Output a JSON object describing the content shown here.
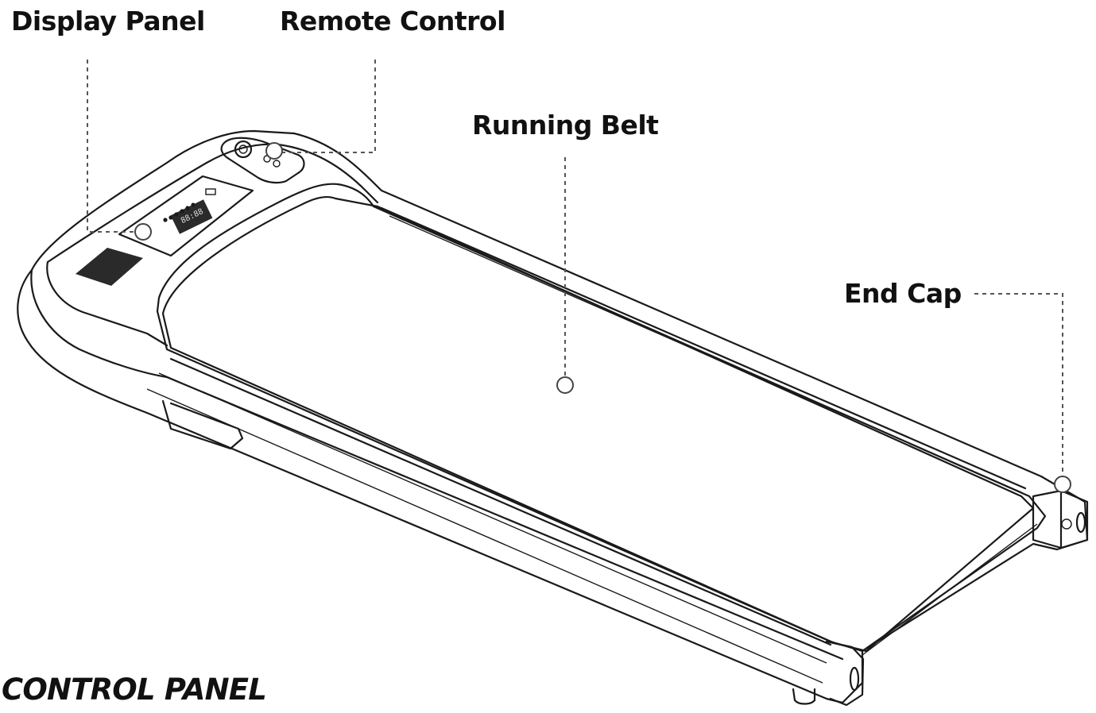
{
  "callouts": {
    "display_panel": "Display Panel",
    "remote_control": "Remote Control",
    "running_belt": "Running Belt",
    "end_cap": "End Cap"
  },
  "caption": "CONTROL PANEL",
  "display": {
    "readout": "88:88"
  },
  "colors": {
    "line": "#1a1a1a",
    "leader": "#555555",
    "background": "#ffffff"
  }
}
